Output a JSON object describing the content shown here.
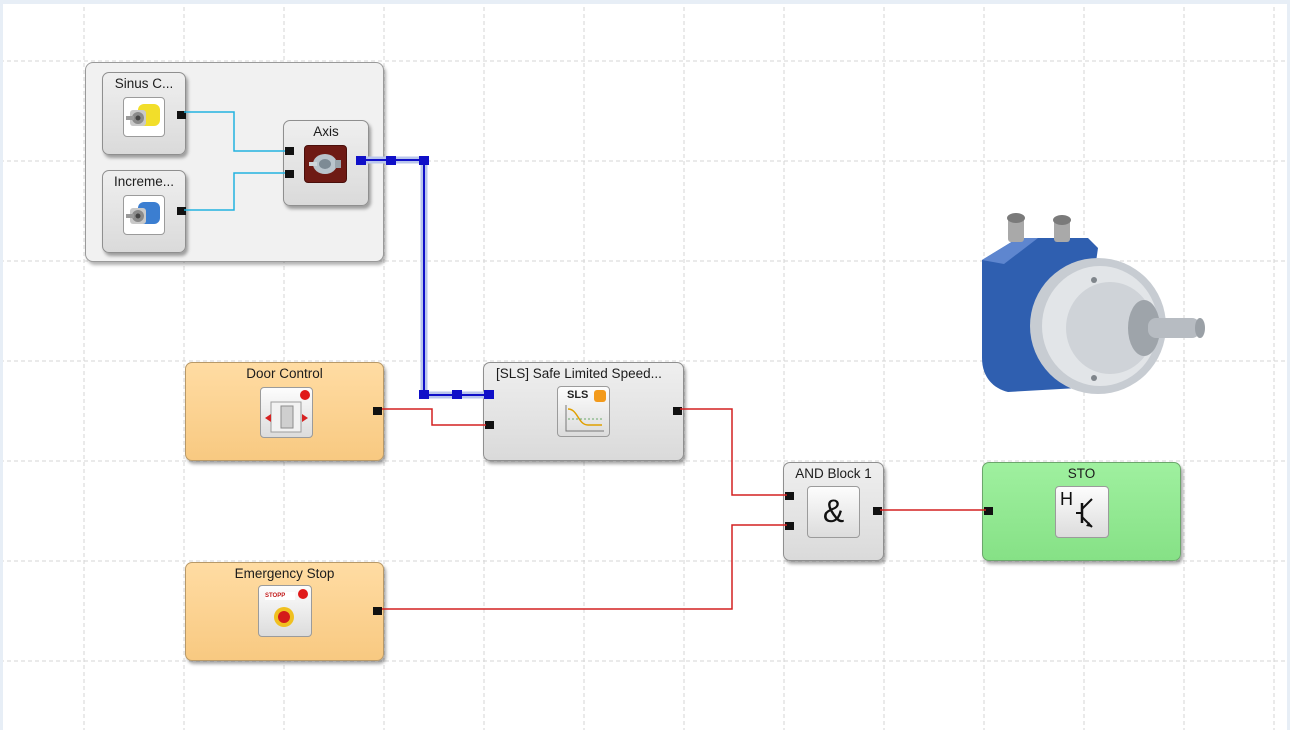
{
  "group": {
    "sinus_encoder": {
      "title": "Sinus C..."
    },
    "incremental_encoder": {
      "title": "Increme..."
    },
    "axis": {
      "title": "Axis"
    }
  },
  "door_control": {
    "title": "Door Control"
  },
  "emergency_stop": {
    "title": "Emergency Stop",
    "stopp_label": "STOPP"
  },
  "sls": {
    "title": "[SLS] Safe Limited Speed...",
    "icon_label": "SLS"
  },
  "and_block": {
    "title": "AND Block 1",
    "symbol": "&"
  },
  "sto": {
    "title": "STO",
    "symbol": "H"
  },
  "colors": {
    "wire_red": "#d42020",
    "wire_blue": "#1010c8",
    "wire_cyan": "#22b2e0",
    "orange_block": "#f8c981",
    "green_block": "#86e186",
    "gray_block": "#dadada"
  }
}
